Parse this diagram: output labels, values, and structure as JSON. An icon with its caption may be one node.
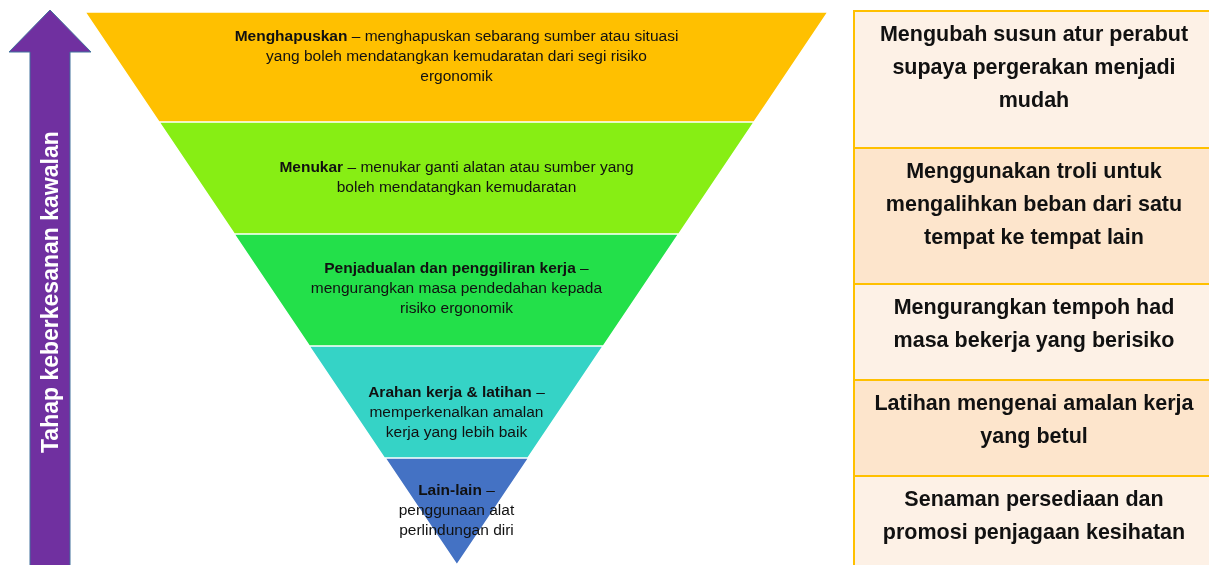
{
  "diagram": {
    "nodes": [
      {
        "text": [
          "**Menghapuskan** – menghapuskan sebarang sumber atau situasi yang boleh mendatangkan kemudaratan dari segi risiko ergonomik"
        ]
      },
      {
        "text": [
          "**Menukar** – menukar ganti alatan atau sumber yang boleh mendatangkan kemudaratan"
        ]
      },
      {
        "text": [
          "**Penjadualan dan penggiliran kerja** – mengurangkan masa pendedahan kepada risiko ergonomik"
        ]
      },
      {
        "text": [
          "**Arahan kerja & latihan** – memperkenalkan amalan kerja yang lebih baik"
        ]
      },
      {
        "text": [
          "**Lain-lain** – penggunaan alat perlindungan diri"
        ]
      },
      {
        "text": [
          "Mengubah susun atur perabut supaya pergerakan menjadi mudah"
        ]
      },
      {
        "text": [
          "Menggunakan troli untuk mengalihkan beban dari satu tempat ke tempat lain"
        ]
      },
      {
        "text": [
          "Mengurangkan tempoh had masa bekerja yang berisiko"
        ]
      },
      {
        "text": [
          "Latihan mengenai amalan kerja yang betul"
        ]
      },
      {
        "text": [
          "Senaman persediaan dan promosi penjagaan kesihatan"
        ]
      }
    ],
    "labels": [
      "Tahap keberkesanan kawalan"
    ]
  }
}
